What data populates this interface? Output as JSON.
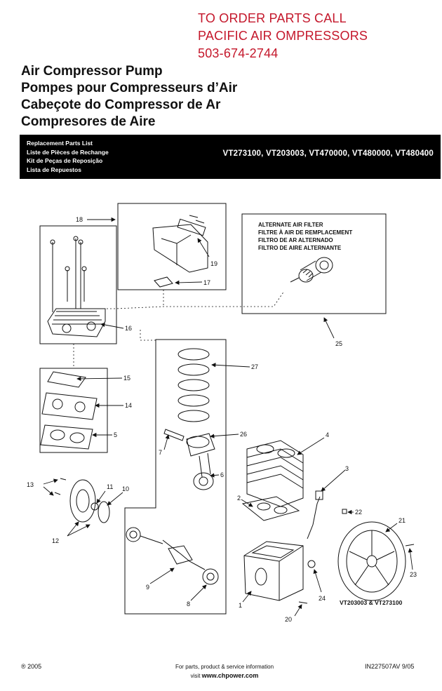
{
  "order_note": [
    "TO ORDER PARTS CALL",
    "PACIFIC AIR OMPRESSORS",
    "503-674-2744"
  ],
  "titles": [
    "Air Compressor Pump",
    "Pompes pour Compresseurs d’Air",
    "Cabeçote do Compressor de Ar",
    "Compresores de Aire"
  ],
  "band": {
    "list_titles": [
      "Replacement Parts List",
      "Liste de Pièces de Rechange",
      "Kit de Peças de Reposição",
      "Lista de Repuestos"
    ],
    "models": "VT273100, VT203003, VT470000, VT480000, VT480400"
  },
  "filter_box": {
    "lines": [
      "ALTERNATE AIR FILTER",
      "FILTRE À AIR DE REMPLACEMENT",
      "FILTRO DE AR ALTERNADO",
      "FILTRO DE AIRE ALTERNANTE"
    ]
  },
  "callouts": {
    "c1": "1",
    "c2": "2",
    "c3": "3",
    "c4": "4",
    "c5": "5",
    "c6": "6",
    "c7": "7",
    "c8": "8",
    "c9": "9",
    "c10": "10",
    "c11": "11",
    "c12": "12",
    "c13": "13",
    "c14": "14",
    "c15": "15",
    "c16": "16",
    "c17": "17",
    "c18": "18",
    "c19": "19",
    "c20": "20",
    "c21": "21",
    "c22": "22",
    "c23": "23",
    "c24": "24",
    "c25": "25",
    "c26": "26",
    "c27": "27"
  },
  "pulley_caption": "VT203003 & VT273100",
  "footer": {
    "copyright": "® 2005",
    "info_line": "For parts, product & service information",
    "visit": "visit",
    "url": "www.chpower.com",
    "doc_code": "IN227507AV  9/05"
  }
}
